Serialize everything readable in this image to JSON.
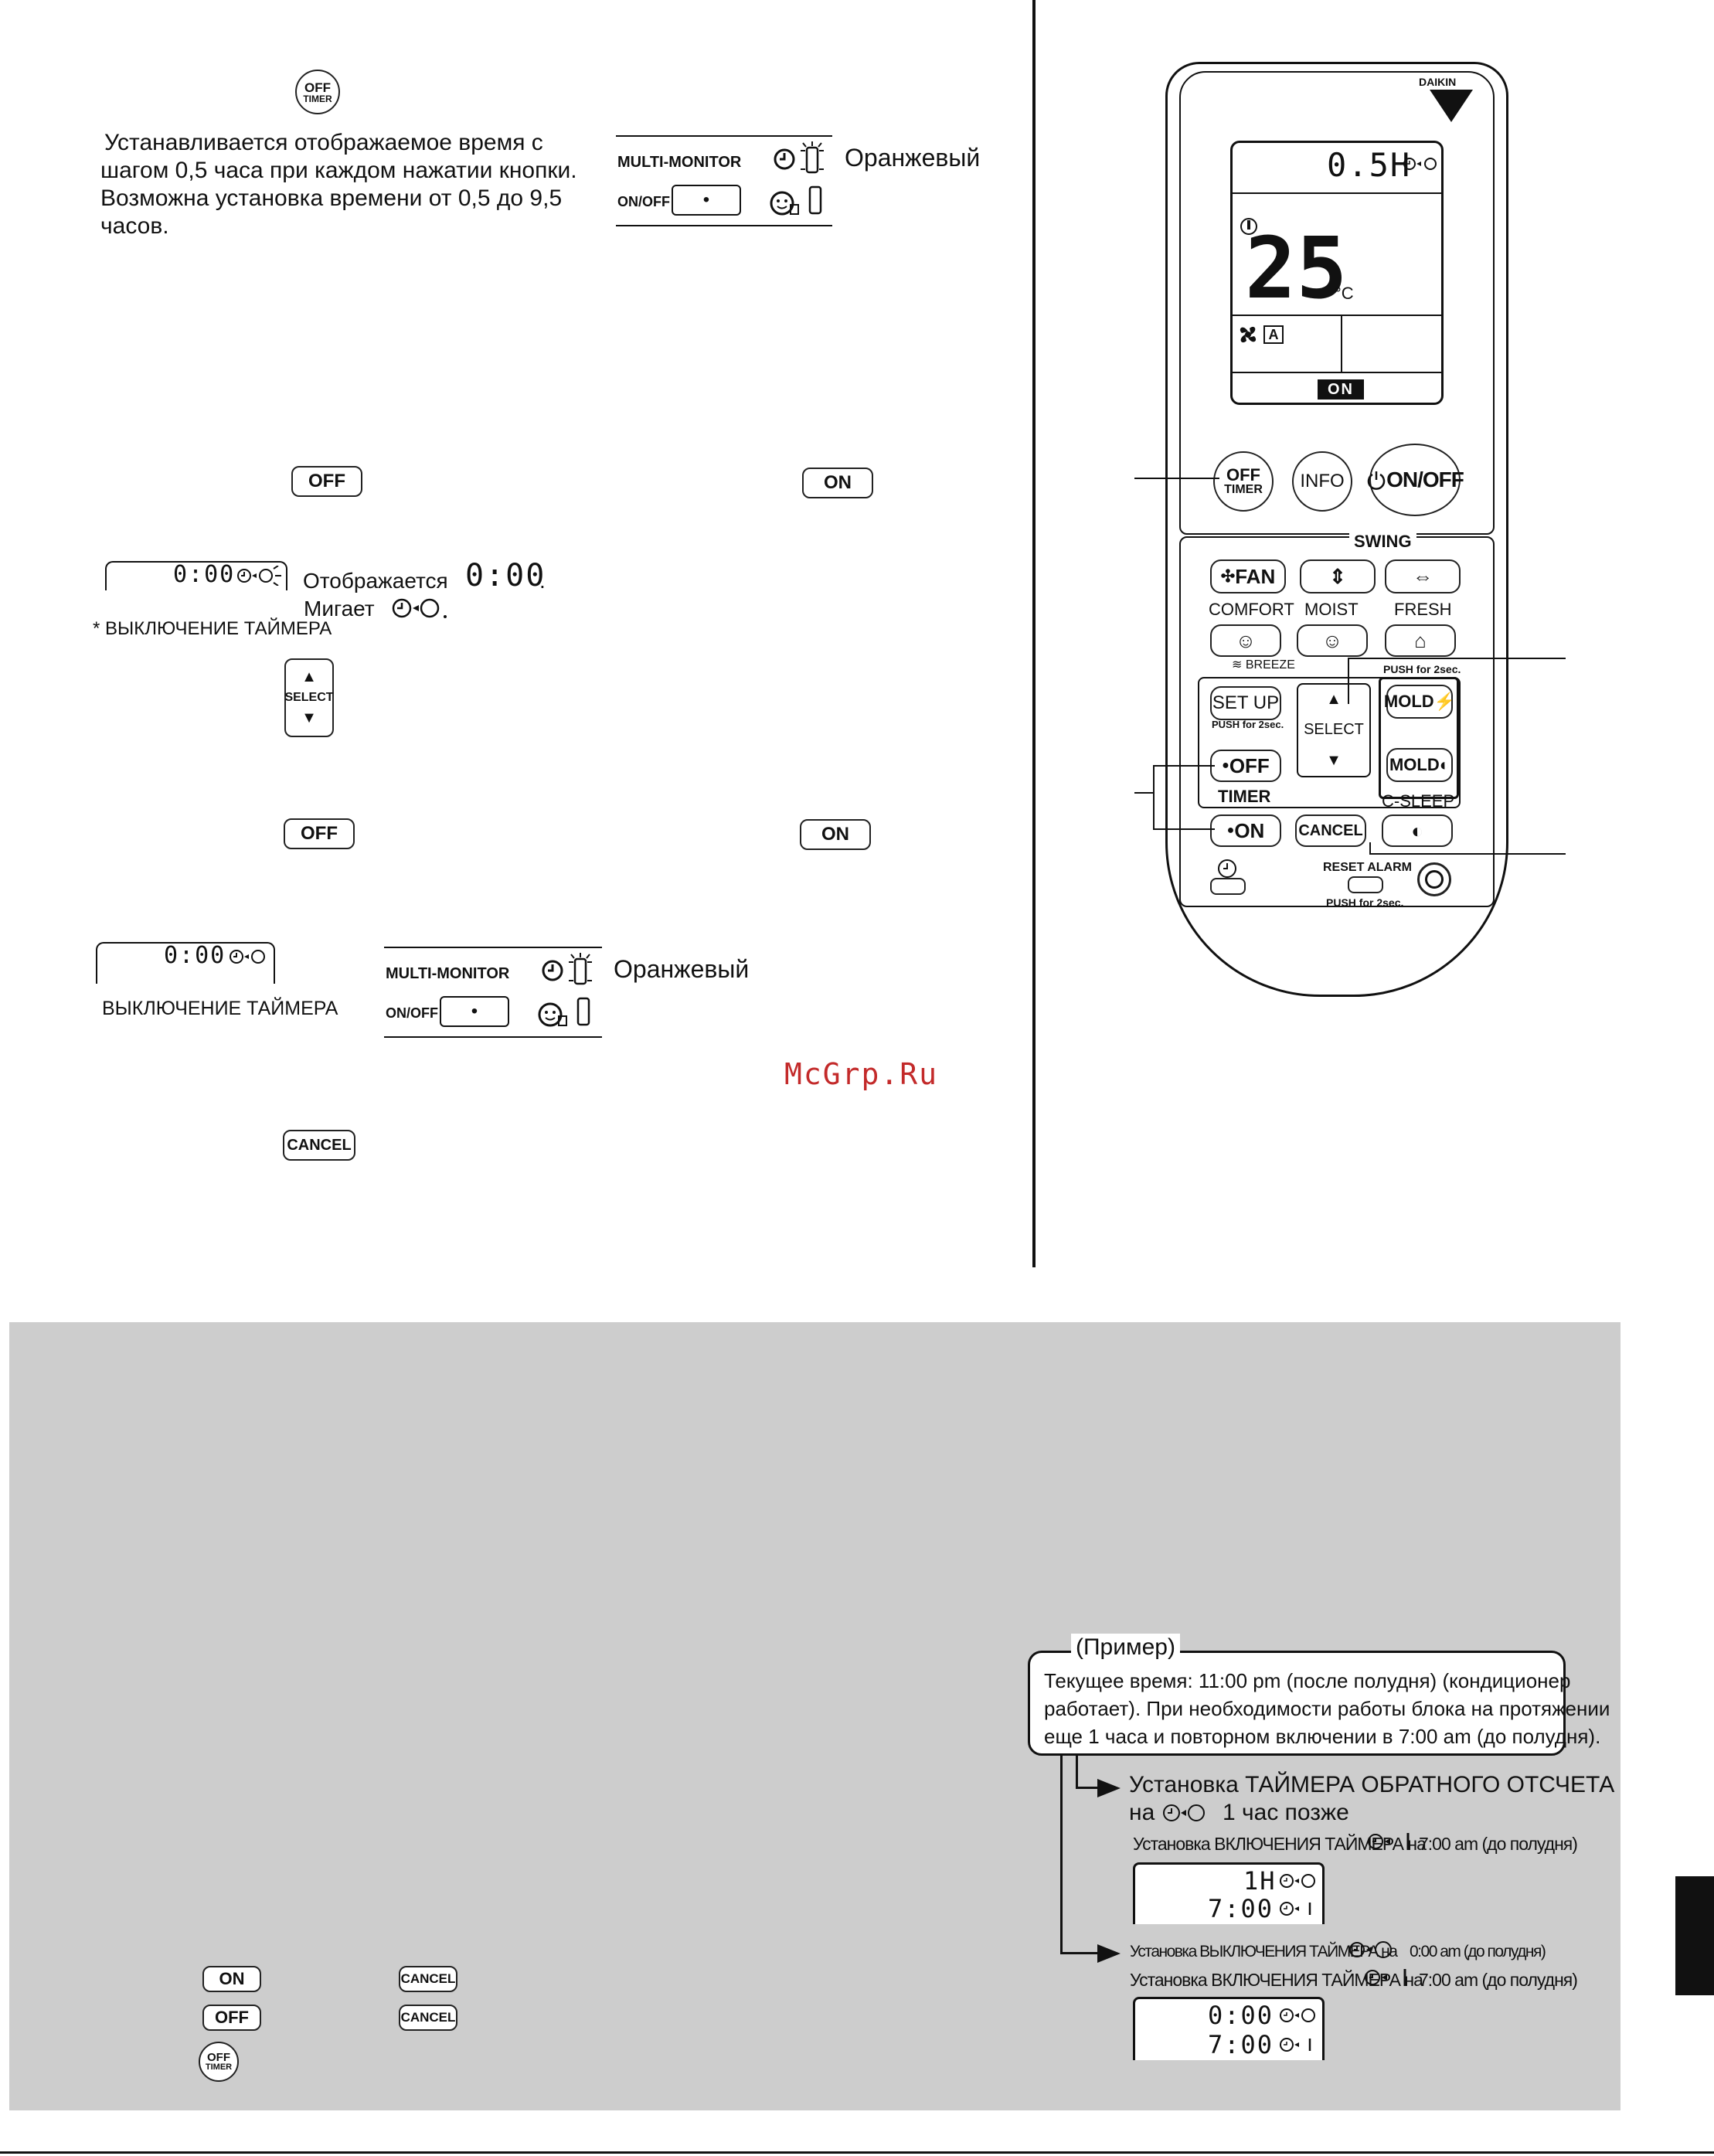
{
  "buttons": {
    "off_timer_top": "OFF",
    "off_timer_bottom": "TIMER",
    "off": "OFF",
    "on": "ON",
    "select": "SELECT",
    "cancel": "CANCEL"
  },
  "step1": {
    "text_lines": [
      "Устанавливается отображаемое время с",
      "шагом 0,5 часа при каждом нажатии кнопки.",
      "Возможна установка времени от 0,5 до 9,5",
      "часов."
    ]
  },
  "multimonitor": {
    "label": "MULTI-MONITOR",
    "onoff": "ON/OFF",
    "button": "•",
    "color_label": "Оранжевый"
  },
  "display_step": {
    "lcd": "0:00",
    "shown_text": "Отображается",
    "shown_value": "0:00",
    "blink_text": "Мигает",
    "caption": "* ВЫКЛЮЧЕНИЕ ТАЙМЕРА"
  },
  "display_result": {
    "lcd": "0:00",
    "caption": "ВЫКЛЮЧЕНИЕ ТАЙМЕРА"
  },
  "watermark": "McGrp.Ru",
  "remote": {
    "brand": "DAIKIN",
    "lcd_timer": "0.5H",
    "lcd_temp": "25",
    "lcd_unit": "°C",
    "lcd_on": "ON",
    "btn_info": "INFO",
    "btn_onoff": "ON/OFF",
    "swing": "SWING",
    "fan": "FAN",
    "comfort": "COMFORT",
    "moist": "MOIST",
    "fresh": "FRESH",
    "breeze": "BREEZE",
    "push2": "PUSH for 2sec.",
    "setup": "SET UP",
    "setup_push": "PUSH for 2sec.",
    "mold1": "MOLD",
    "mold2": "MOLD",
    "timer": "TIMER",
    "csleep": "C-SLEEP",
    "reset_alarm": "RESET ALARM",
    "reset_push": "PUSH for 2sec."
  },
  "example": {
    "title": "(Пример)",
    "box_lines": [
      "Текущее время: 11:00 pm (после полудня) (кондиционер",
      "работает). При необходимости работы блока на протяжении",
      "еще 1 часа и повторном включении в 7:00 am (до полудня)."
    ],
    "countdown_line1": "Установка ТАЙМЕРА ОБРАТНОГО ОТСЧЕТА",
    "countdown_line2_pre": "на",
    "countdown_line2_post": "1 час позже",
    "on_timer_line": "Установка ВКЛЮЧЕНИЯ ТАЙМЕРА на",
    "on_timer_time": "7:00 am (до полудня)",
    "lcd1_top": "1H",
    "lcd1_bottom": "7:00",
    "off_timer_line": "Установка ВЫКЛЮЧЕНИЯ ТАЙМЕРА на",
    "off_timer_time": "0:00 am (до полудня)",
    "on_timer_line2": "Установка ВКЛЮЧЕНИЯ ТАЙМЕРА на",
    "on_timer_time2": "7:00 am (до полудня)",
    "lcd2_top": "0:00",
    "lcd2_bottom": "7:00"
  },
  "bottom_buttons": {
    "on": "ON",
    "off": "OFF",
    "cancel1": "CANCEL",
    "cancel2": "CANCEL",
    "off_timer_top": "OFF",
    "off_timer_bottom": "TIMER"
  }
}
